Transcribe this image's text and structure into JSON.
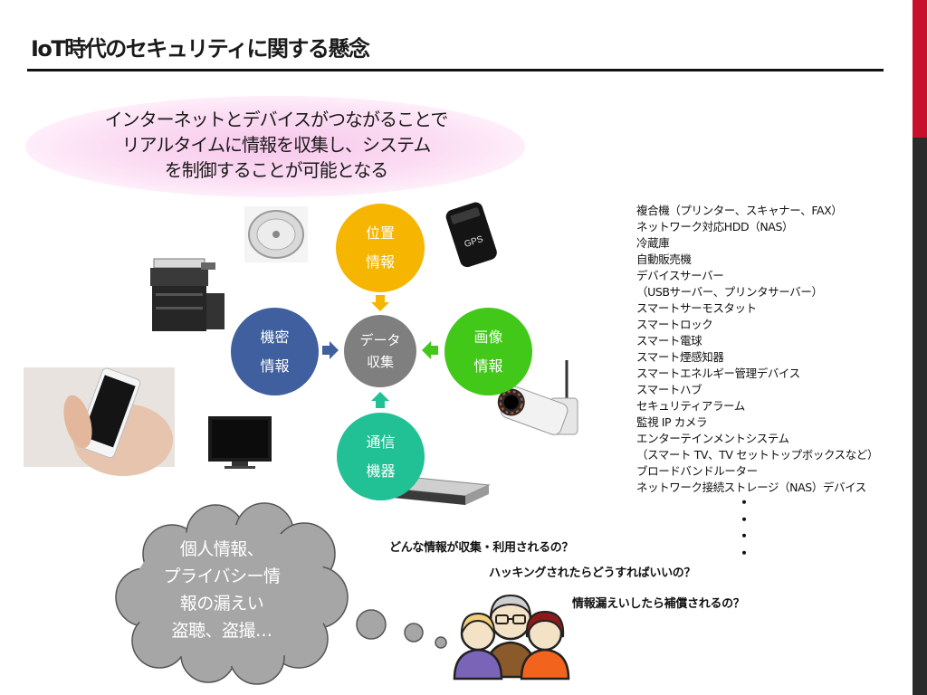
{
  "slide": {
    "title": "IoT時代のセキュリティに関する懸念",
    "banner_lines": [
      "インターネットとデバイスがつながることで",
      "リアルタイムに情報を収集し、システム",
      "を制御することが可能となる"
    ]
  },
  "diagram": {
    "top": {
      "line1": "位置",
      "line2": "情報",
      "color": "#f5b500"
    },
    "left": {
      "line1": "機密",
      "line2": "情報",
      "color": "#3f5f9e"
    },
    "center": {
      "line1": "データ",
      "line2": "収集",
      "color": "#7f7f7f"
    },
    "right": {
      "line1": "画像",
      "line2": "情報",
      "color": "#41c818"
    },
    "bottom": {
      "line1": "通信",
      "line2": "機器",
      "color": "#21c095"
    }
  },
  "device_list": [
    "複合機（プリンター、スキャナー、FAX）",
    "ネットワーク対応HDD（NAS）",
    "冷蔵庫",
    "自動販売機",
    "デバイスサーバー",
    "（USBサーバー、プリンタサーバー）",
    "スマートサーモスタット",
    "スマートロック",
    "スマート電球",
    "スマート煙感知器",
    "スマートエネルギー管理デバイス",
    "スマートハブ",
    "セキュリティアラーム",
    "監視 IP カメラ",
    "エンターテインメントシステム",
    "（スマート TV、TV セットトップボックスなど）",
    "ブロードバンドルーター",
    "ネットワーク接続ストレージ（NAS）デバイス"
  ],
  "continuation_dots": [
    "・",
    "・",
    "・",
    "・"
  ],
  "concern_cloud": {
    "lines": [
      "個人情報、",
      "プライバシー情",
      "報の漏えい",
      "盗聴、盗撮…"
    ]
  },
  "questions": [
    "どんな情報が収集・利用されるの？",
    "ハッキングされたらどうすればいいの？",
    "情報漏えいしたら補償されるの？"
  ],
  "gps_device_label": "GPS",
  "colors": {
    "accent_red": "#c8102e",
    "cloud_gray": "#a6a6a6",
    "arrow_orange": "#f5b500",
    "arrow_blue": "#3f5f9e",
    "arrow_green": "#41c818",
    "arrow_teal": "#21c095"
  }
}
